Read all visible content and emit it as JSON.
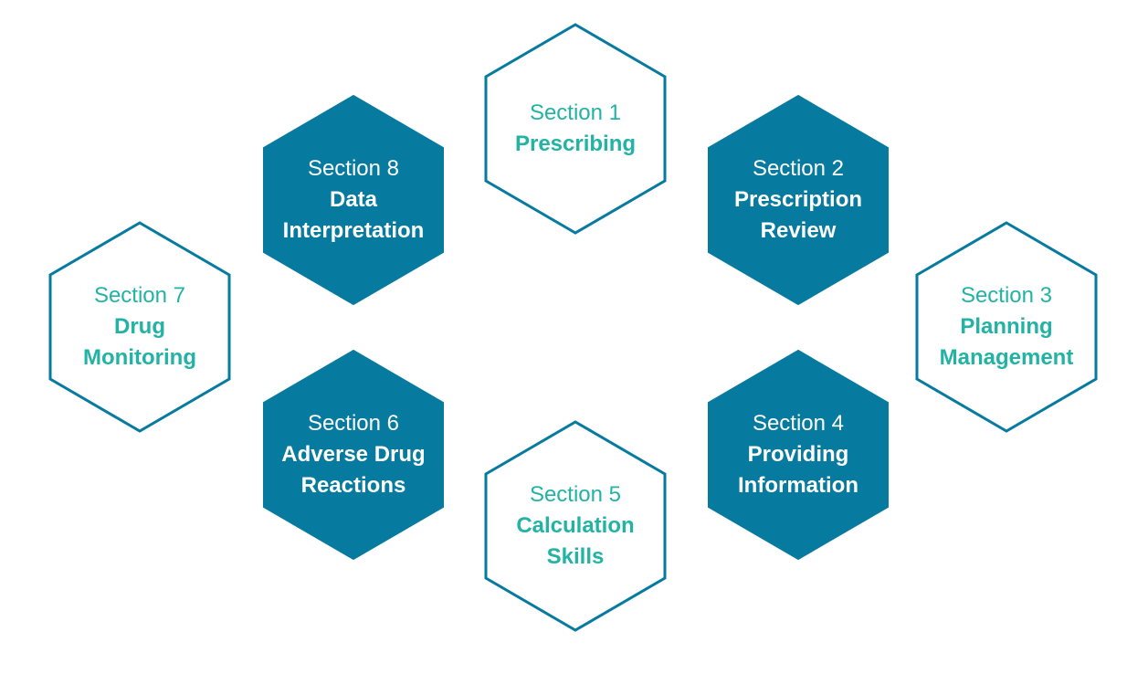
{
  "colors": {
    "fill": "#067a9f",
    "stroke": "#067a9f",
    "outline_text": "#22b3a4",
    "filled_text": "#ffffff"
  },
  "sections": [
    {
      "id": "1",
      "style": "outline",
      "label": "Section 1",
      "title": [
        "Prescribing"
      ]
    },
    {
      "id": "2",
      "style": "filled",
      "label": "Section 2",
      "title": [
        "Prescription",
        "Review"
      ]
    },
    {
      "id": "3",
      "style": "outline",
      "label": "Section 3",
      "title": [
        "Planning",
        "Management"
      ]
    },
    {
      "id": "4",
      "style": "filled",
      "label": "Section 4",
      "title": [
        "Providing",
        "Information"
      ]
    },
    {
      "id": "5",
      "style": "outline",
      "label": "Section 5",
      "title": [
        "Calculation",
        "Skills"
      ]
    },
    {
      "id": "6",
      "style": "filled",
      "label": "Section 6",
      "title": [
        "Adverse Drug",
        "Reactions"
      ]
    },
    {
      "id": "7",
      "style": "outline",
      "label": "Section 7",
      "title": [
        "Drug",
        "Monitoring"
      ]
    },
    {
      "id": "8",
      "style": "filled",
      "label": "Section 8",
      "title": [
        "Data",
        "Interpretation"
      ]
    }
  ]
}
